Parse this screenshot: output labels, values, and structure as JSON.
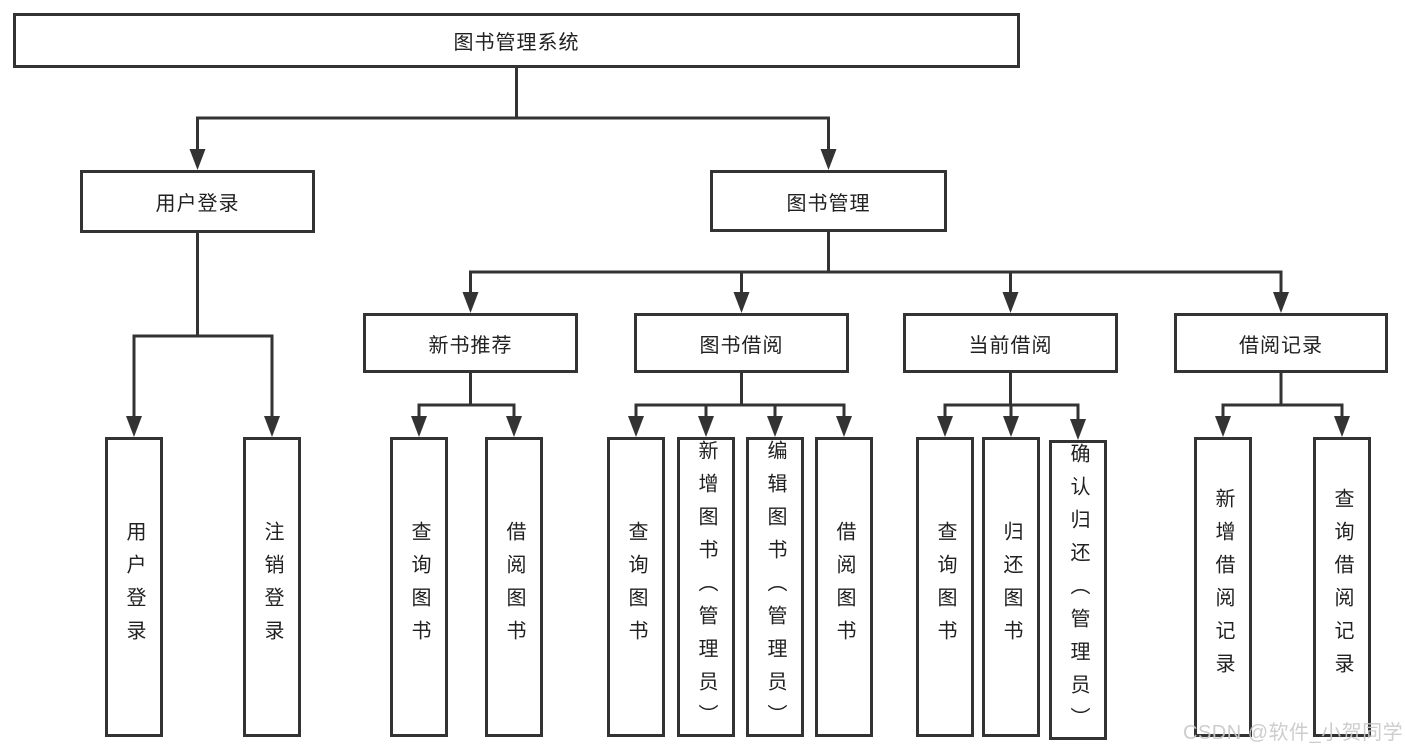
{
  "diagram_title": "图书管理系统",
  "tree": {
    "root": {
      "label": "图书管理系统"
    },
    "branches": [
      {
        "id": "user-login",
        "label": "用户登录",
        "leaves": [
          "用户登录",
          "注销登录"
        ]
      },
      {
        "id": "book-management",
        "label": "图书管理",
        "groups": [
          {
            "id": "new-book-recommend",
            "label": "新书推荐",
            "leaves": [
              "查询图书",
              "借阅图书"
            ]
          },
          {
            "id": "book-borrow",
            "label": "图书借阅",
            "leaves": [
              "查询图书",
              "新增图书（管理员）",
              "编辑图书（管理员）",
              "借阅图书"
            ]
          },
          {
            "id": "current-borrow",
            "label": "当前借阅",
            "leaves": [
              "查询图书",
              "归还图书",
              "确认归还（管理员）"
            ]
          },
          {
            "id": "borrow-records",
            "label": "借阅记录",
            "leaves": [
              "新增借阅记录",
              "查询借阅记录"
            ]
          }
        ]
      }
    ]
  },
  "watermark": {
    "text": "CSDN @软件_小贺同学",
    "color": "#c9c9c9"
  },
  "colors": {
    "line": "#333333",
    "box_border": "#333333",
    "box_fill": "#ffffff",
    "text": "#212121",
    "background": "#ffffff"
  }
}
